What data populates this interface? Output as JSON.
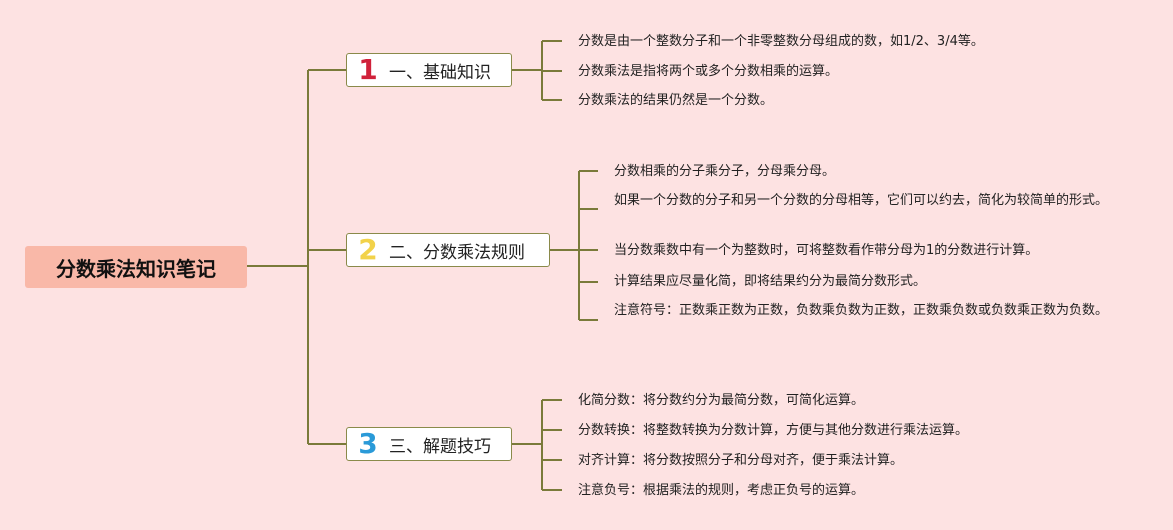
{
  "root": {
    "label": "分数乘法知识笔记"
  },
  "branches": [
    {
      "number": "1",
      "number_color": "#d0213a",
      "label": "一、基础知识",
      "items": [
        "分数是由一个整数分子和一个非零整数分母组成的数，如1/2、3/4等。",
        "分数乘法是指将两个或多个分数相乘的运算。",
        "分数乘法的结果仍然是一个分数。"
      ]
    },
    {
      "number": "2",
      "number_color": "#f2d24a",
      "label": "二、分数乘法规则",
      "items": [
        "分数相乘的分子乘分子，分母乘分母。",
        "如果一个分数的分子和另一个分数的分母相等，它们可以约去，简化为较简单的形式。",
        "当分数乘数中有一个为整数时，可将整数看作带分母为1的分数进行计算。",
        "计算结果应尽量化简，即将结果约分为最简分数形式。",
        "注意符号：正数乘正数为正数，负数乘负数为正数，正数乘负数或负数乘正数为负数。"
      ]
    },
    {
      "number": "3",
      "number_color": "#2a9ad8",
      "label": "三、解题技巧",
      "items": [
        "化简分数：将分数约分为最简分数，可简化运算。",
        "分数转换：将整数转换为分数计算，方便与其他分数进行乘法运算。",
        "对齐计算：将分数按照分子和分母对齐，便于乘法计算。",
        "注意负号：根据乘法的规则，考虑正负号的运算。"
      ]
    }
  ],
  "colors": {
    "line": "#7a7a3a",
    "background": "#fde2e2",
    "root_fill": "#f9b8a8"
  }
}
